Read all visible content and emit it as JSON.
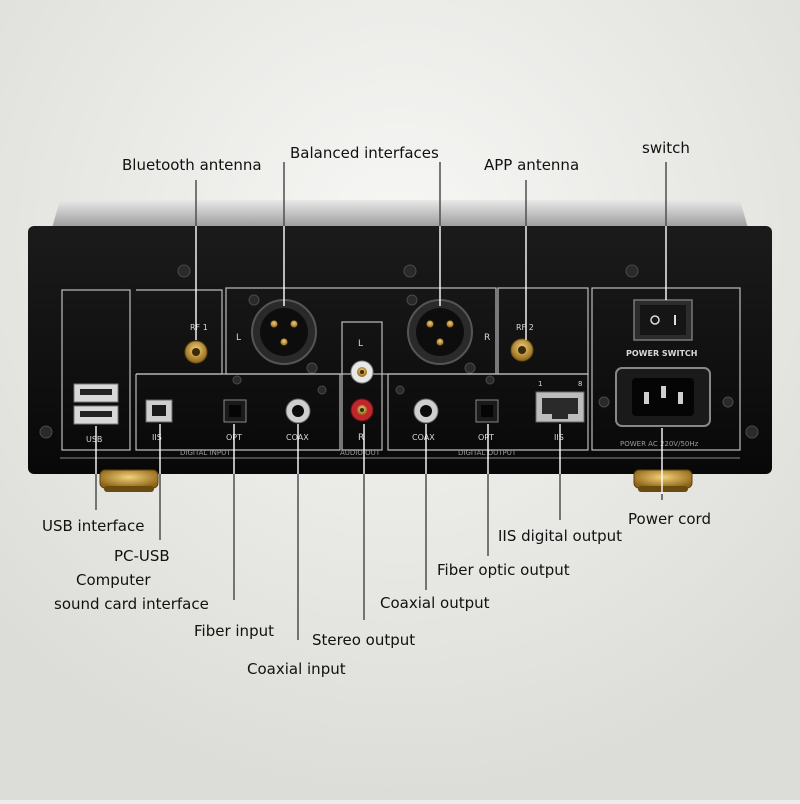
{
  "callouts": {
    "bluetooth_antenna": "Bluetooth antenna",
    "balanced_interfaces": "Balanced interfaces",
    "app_antenna": "APP antenna",
    "switch": "switch",
    "usb_interface": "USB interface",
    "pc_usb_line1": "PC-USB",
    "pc_usb_line2": "Computer",
    "pc_usb_line3": "sound card interface",
    "fiber_input": "Fiber input",
    "coaxial_input": "Coaxial input",
    "stereo_output": "Stereo output",
    "coaxial_output": "Coaxial output",
    "fiber_optic_output": "Fiber optic output",
    "iis_digital_output": "IIS digital output",
    "power_cord": "Power cord"
  },
  "panel": {
    "rf1": "RF 1",
    "rf2": "RF 2",
    "xlr_left": "L",
    "xlr_right": "R",
    "rca_left": "L",
    "rca_right": "R",
    "usb": "USB",
    "iis_in": "IIS",
    "opt_in": "OPT",
    "coax_in": "COAX",
    "coax_out": "COAX",
    "opt_out": "OPT",
    "iis_out": "IIS",
    "pin1": "1",
    "pin8": "8",
    "digital_input": "DIGITAL INPUT",
    "audio_out": "AUDIO OUT",
    "digital_output": "DIGITAL OUTPUT",
    "power_switch": "POWER SWITCH",
    "power_rating": "POWER AC 220V/50Hz"
  },
  "colors": {
    "chassis": "#111111",
    "panel_line": "#bdbdbd",
    "rca_red": "#c0262c",
    "rca_white": "#e8e8e8",
    "gold": "#c99a3a"
  }
}
